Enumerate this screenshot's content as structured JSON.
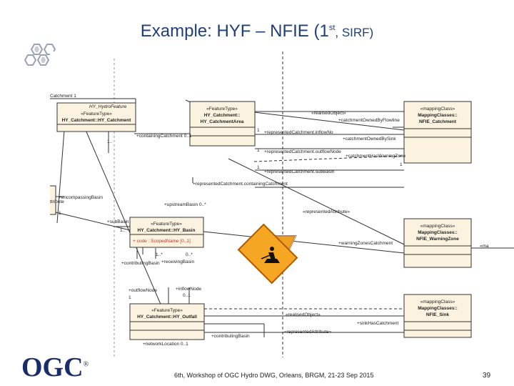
{
  "slide": {
    "title_main": "Example: HYF – NFIE (1",
    "title_sup": "st",
    "title_tail": ", SIRF)",
    "footer": "6th, Workshop of OGC Hydro DWG, Orleans, BRGM, 21-23 Sep 2015",
    "page_number": "39",
    "logo_text": "OGC",
    "logo_mark": "®"
  },
  "diagram": {
    "classes": {
      "hydro_catchment": {
        "stereotype": "«FeatureType»",
        "name": "HY_Catchment::HY_Catchment"
      },
      "catchment_area": {
        "stereotype": "«FeatureType»",
        "name1": "HY_Catchment::",
        "name2": "HY_CatchmentArea"
      },
      "nfie_catchment": {
        "stereotype": "«mappingClass»",
        "name1": "MappingClasses::",
        "name2": "NFIE_Catchment"
      },
      "basin": {
        "stereotype": "«FeatureType»",
        "name": "HY_Catchment::HY_Basin",
        "attribute": "+ code : ScopedName [0..1]"
      },
      "warning_zone": {
        "stereotype": "«mappingClass»",
        "name1": "MappingClasses::",
        "name2": "NFIE_WarningZone"
      },
      "outfall": {
        "stereotype": "«FeatureType»",
        "name": "HY_Catchment::HY_Outfall"
      },
      "nfie_sink": {
        "stereotype": "«mappingClass»",
        "name1": "MappingClasses::",
        "name2": "NFIE_Sink"
      },
      "cut_left": {
        "label": "ttribute"
      }
    },
    "labels": {
      "catchment_top": "Catchment 1",
      "hydro_feature": "HY_HydroFeature",
      "containing_catchment": "+containingCatchment 0..1",
      "one": "1",
      "one_dots": "1..",
      "realised_object": "«realisedObject»",
      "catchment_owned_by_flowline": "+catchmentOwnedByFlowline",
      "represented_inflow": "+representedCatchment.inflowNo",
      "represented_outflow": "+representedCatchment.outflowNode",
      "catchment_owned_by_sink": "+catchmentOwnedBySink",
      "catchment_has_warning_zone": "+catchmentHasWarningZone",
      "represented_attribute": "«representedAttribute»",
      "represented_subbasin": "+representedCatchment.subBasin",
      "represented_containing": "+representedCatchment.containingCatchment",
      "encompassing_basin": "+encompassingBasin",
      "upstream_basin": "+upstreamBasin 0..*",
      "sub_basin": "+subBasin",
      "warning_zone_catchment": "+warningZonesCatchment",
      "ma": "«ma",
      "contributing_basin": "+contributingBasin",
      "receiving_basin": "+receivingBasin",
      "one_star": "1..*",
      "zero_star": "0..*",
      "outflow_node": "+outflowNode",
      "inflow_node": "+inflowNode",
      "zero_one": "0..1",
      "sink_has_catchment": "+sinkHasCatchment",
      "contributing_basin_2": "+contributingBasin",
      "network_location": "+networkLocation 0..1"
    }
  }
}
